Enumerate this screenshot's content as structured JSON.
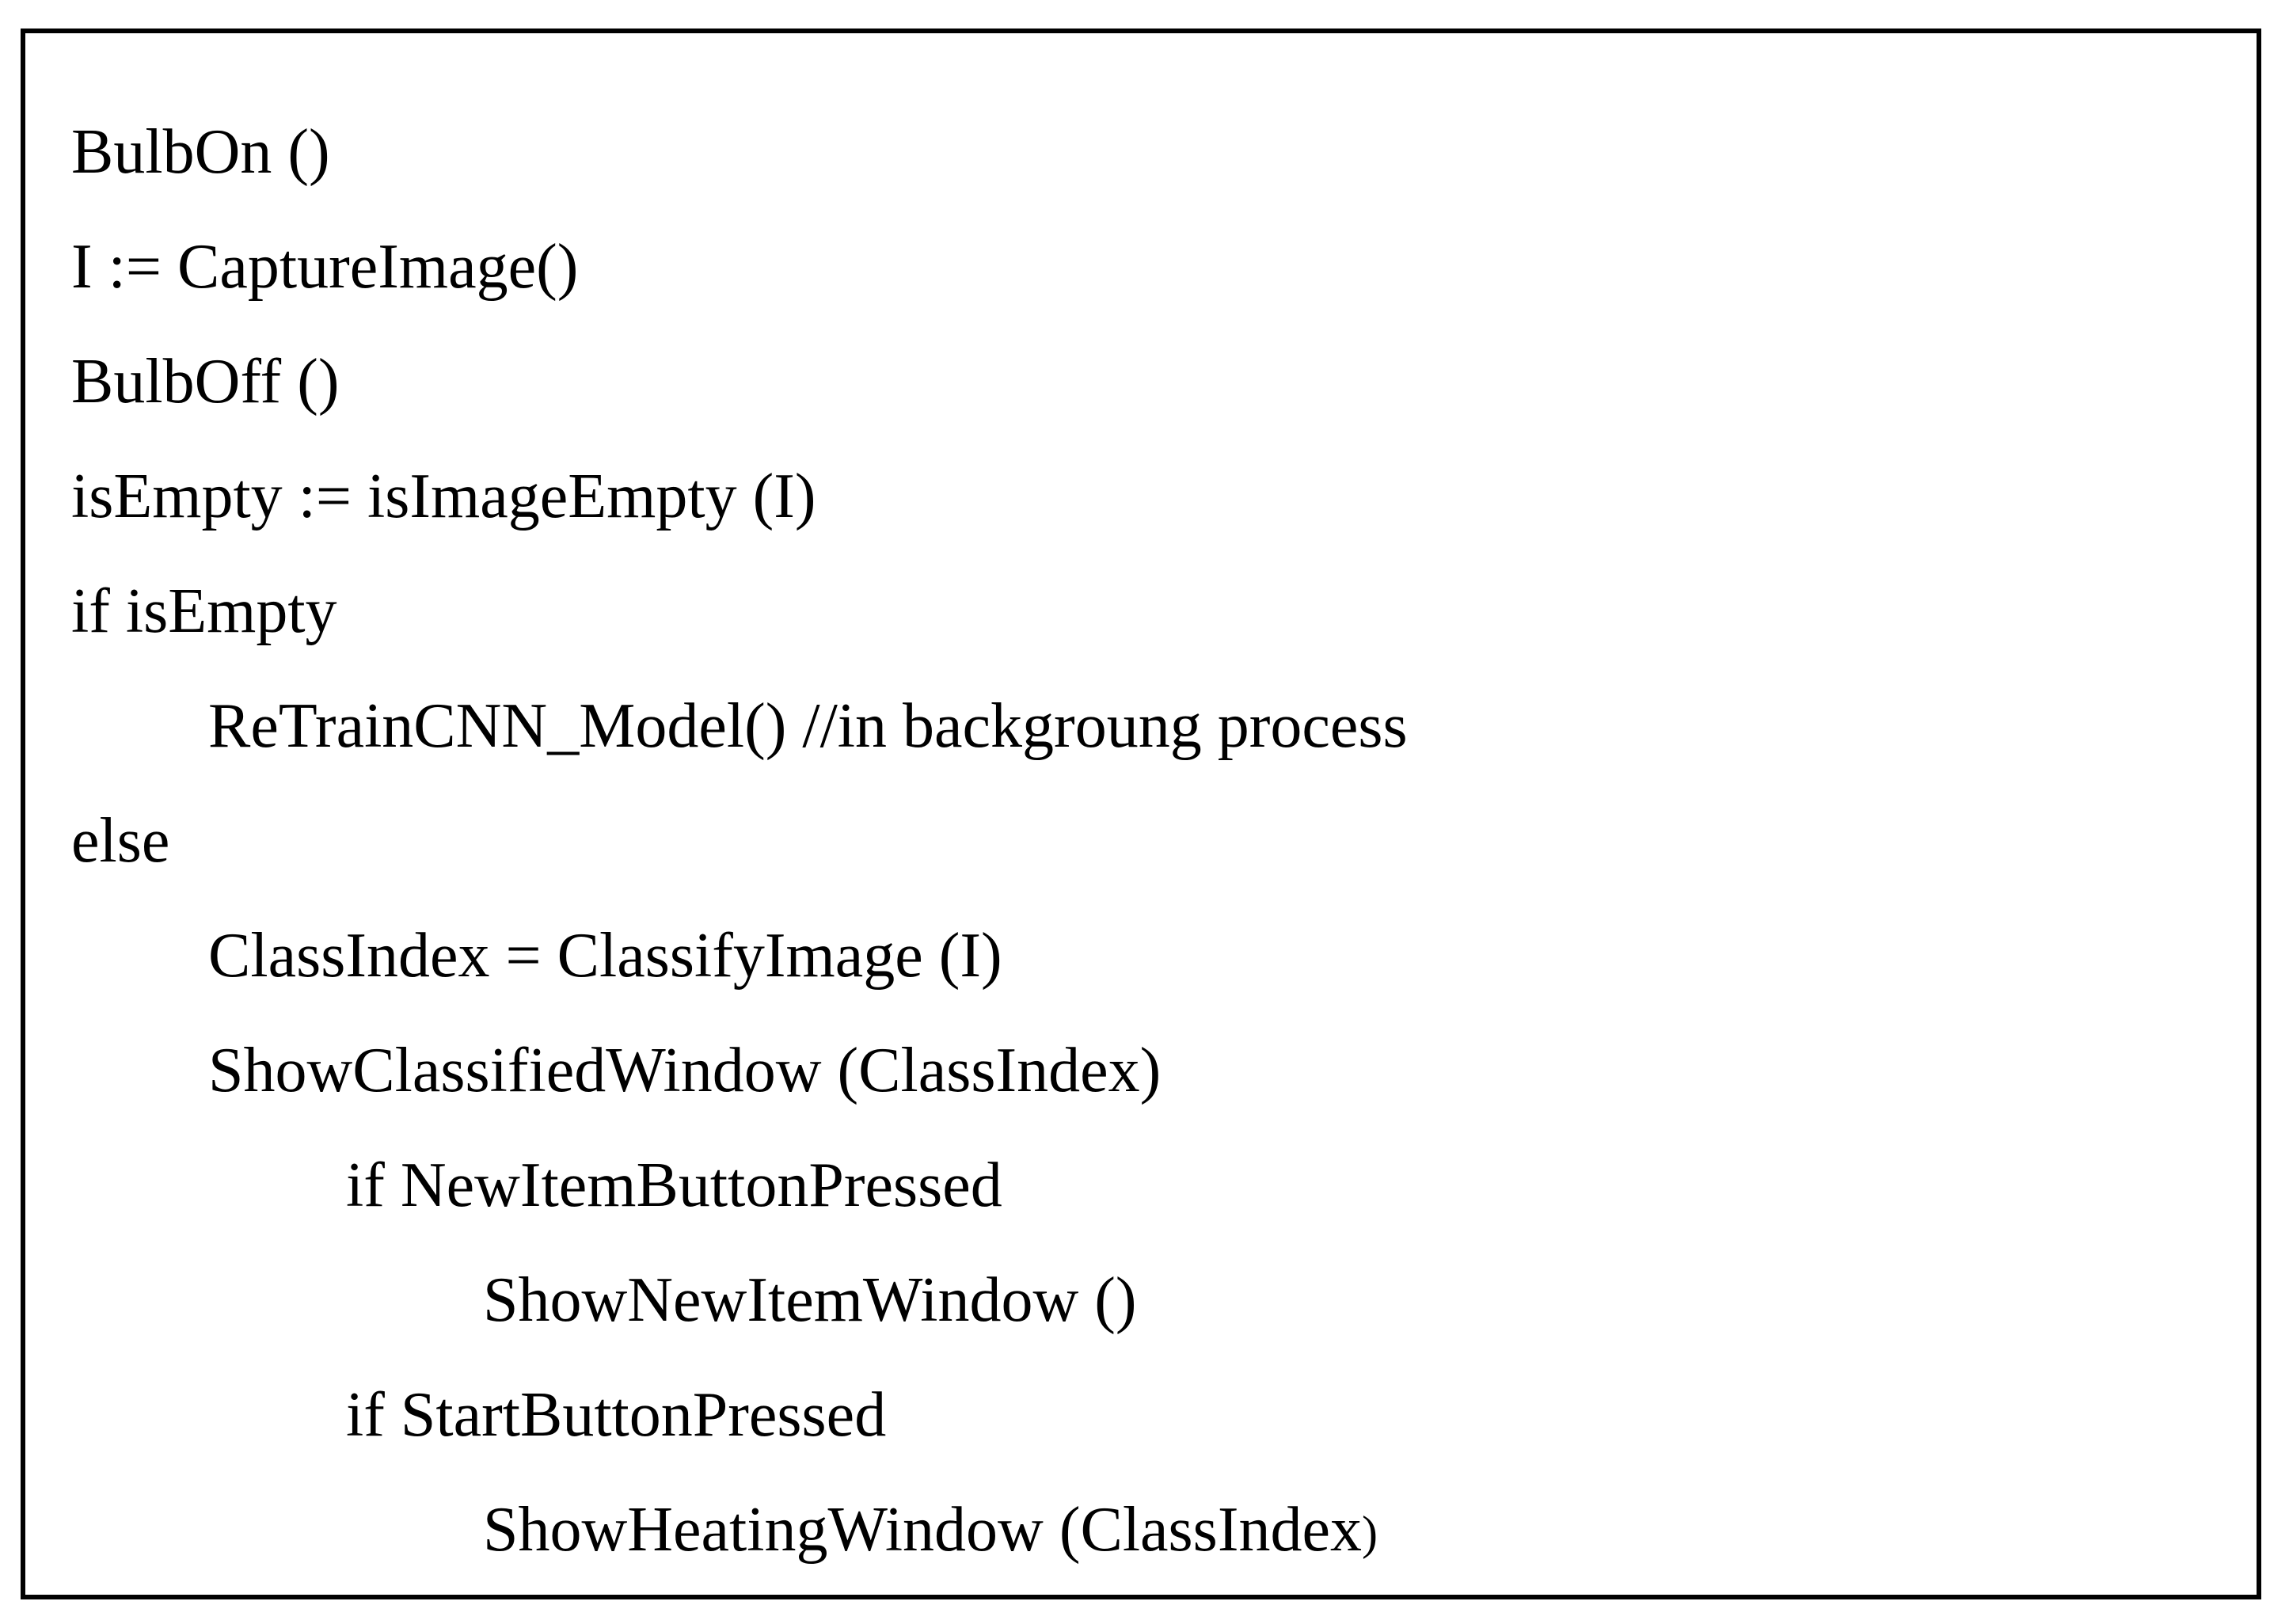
{
  "figure": {
    "kind": "pseudocode-listing",
    "border_color": "#000000",
    "background_color": "#ffffff",
    "text_color": "#000000"
  },
  "pseudocode": {
    "lines": [
      {
        "indent": 0,
        "text": "BulbOn ()",
        "tail": ""
      },
      {
        "indent": 0,
        "text": "I := CaptureImage()",
        "tail": ""
      },
      {
        "indent": 0,
        "text": "BulbOff ()",
        "tail": ""
      },
      {
        "indent": 0,
        "text": "isEmpty := isImageEmpty (I)",
        "tail": ""
      },
      {
        "indent": 0,
        "text": "if isEmpty",
        "tail": ""
      },
      {
        "indent": 1,
        "text": "ReTrainCNN_Model() //in backgroung process",
        "tail": ""
      },
      {
        "indent": 0,
        "text": "else",
        "tail": ""
      },
      {
        "indent": 1,
        "text": "ClassIndex = ClassifyImage (I)",
        "tail": ""
      },
      {
        "indent": 1,
        "text": "ShowClassifiedWindow (ClassIndex)",
        "tail": ""
      },
      {
        "indent": 2,
        "text": "if NewItemButtonPressed",
        "tail": ""
      },
      {
        "indent": 3,
        "text": "ShowNewItemWindow ()",
        "tail": ""
      },
      {
        "indent": 2,
        "text": "if StartButtonPressed",
        "tail": ""
      },
      {
        "indent": 3,
        "text": "ShowHeatingWindow (ClassIndex",
        "tail": ")"
      }
    ]
  }
}
